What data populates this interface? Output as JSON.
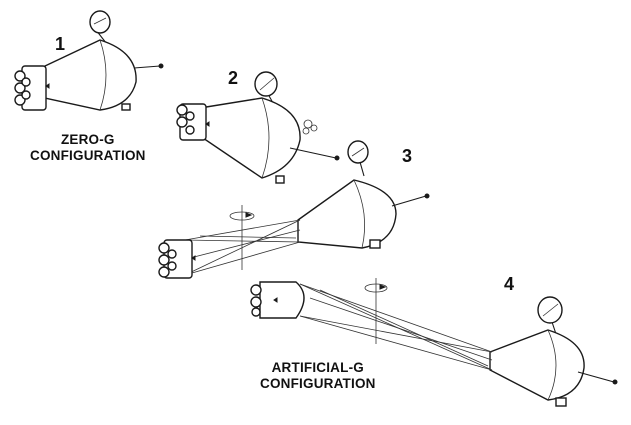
{
  "steps": [
    {
      "number": "1"
    },
    {
      "number": "2"
    },
    {
      "number": "3"
    },
    {
      "number": "4"
    }
  ],
  "captions": {
    "zero_g_line1": "ZERO-G",
    "zero_g_line2": "CONFIGURATION",
    "artificial_g_line1": "ARTIFICIAL-G",
    "artificial_g_line2": "CONFIGURATION"
  },
  "colors": {
    "ink": "#1a1a1a",
    "background": "#ffffff"
  }
}
